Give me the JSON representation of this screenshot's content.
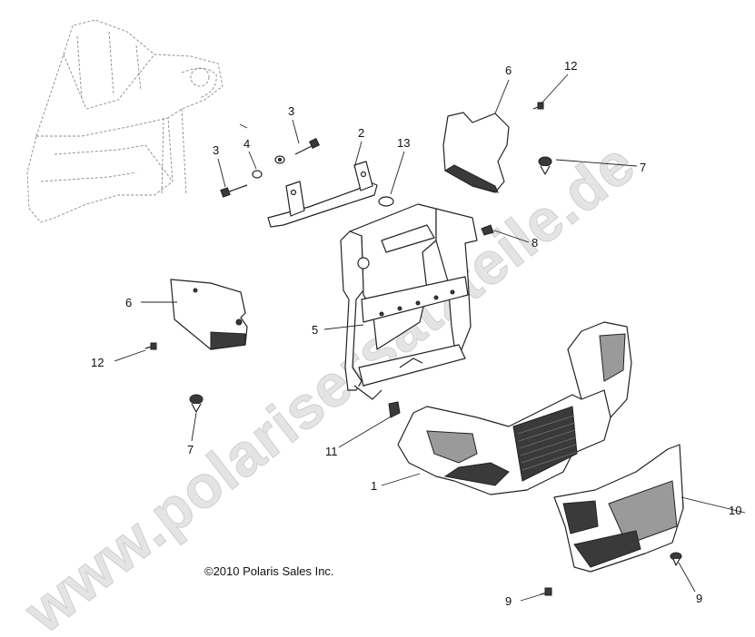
{
  "watermark": "www.polarisersatzteile.de",
  "copyright": "©2010 Polaris Sales Inc.",
  "callouts": [
    {
      "id": "c3a",
      "label": "3"
    },
    {
      "id": "c3b",
      "label": "3"
    },
    {
      "id": "c4",
      "label": "4"
    },
    {
      "id": "c2",
      "label": "2"
    },
    {
      "id": "c13",
      "label": "13"
    },
    {
      "id": "c6a",
      "label": "6"
    },
    {
      "id": "c12a",
      "label": "12"
    },
    {
      "id": "c7a",
      "label": "7"
    },
    {
      "id": "c8",
      "label": "8"
    },
    {
      "id": "c6b",
      "label": "6"
    },
    {
      "id": "c5",
      "label": "5"
    },
    {
      "id": "c12b",
      "label": "12"
    },
    {
      "id": "c7b",
      "label": "7"
    },
    {
      "id": "c11",
      "label": "11"
    },
    {
      "id": "c1",
      "label": "1"
    },
    {
      "id": "c10",
      "label": "10"
    },
    {
      "id": "c9a",
      "label": "9"
    },
    {
      "id": "c9b",
      "label": "9"
    }
  ]
}
